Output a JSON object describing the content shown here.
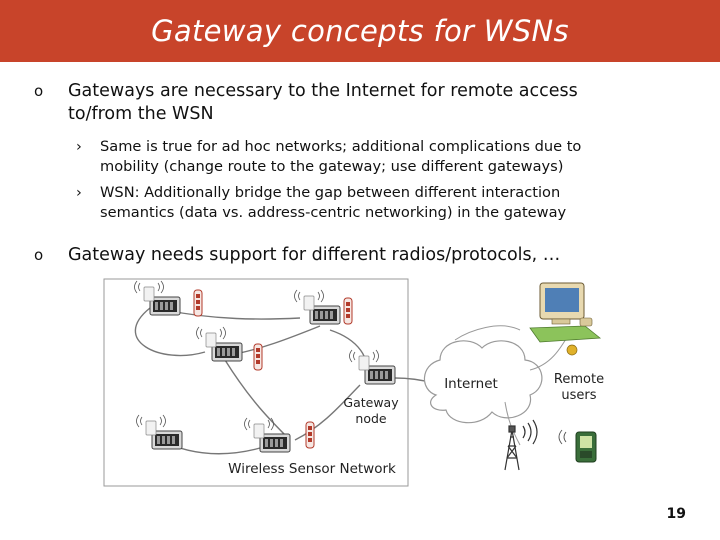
{
  "slide": {
    "title": "Gateway concepts for WSNs",
    "bullets": [
      {
        "marker": "o",
        "line1": "Gateways are necessary to the Internet for remote access",
        "line2": "to/from the WSN",
        "subbullets": [
          {
            "marker": "›",
            "line1": "Same is true for ad hoc networks; additional complications due to",
            "line2": "mobility (change route to the gateway; use different gateways)"
          },
          {
            "marker": "›",
            "line1": "WSN: Additionally bridge the gap between different interaction",
            "line2": "semantics (data vs. address-centric networking) in the gateway"
          }
        ]
      },
      {
        "marker": "o",
        "line1": "Gateway needs support for different radios/protocols, …"
      }
    ],
    "page_number": "19"
  },
  "diagram": {
    "wsn_label": "Wireless Sensor Network",
    "gateway_label_1": "Gateway",
    "gateway_label_2": "node",
    "internet_label": "Internet",
    "remote_label_1": "Remote",
    "remote_label_2": "users",
    "colors": {
      "cloud": "#ffffff",
      "link": "#777777",
      "node_body": "#cfcfcf",
      "sensor_red": "#c0392b",
      "monitor": "#e8d9b0",
      "keyboard": "#7ab84a",
      "pda": "#3a6e3a"
    }
  }
}
